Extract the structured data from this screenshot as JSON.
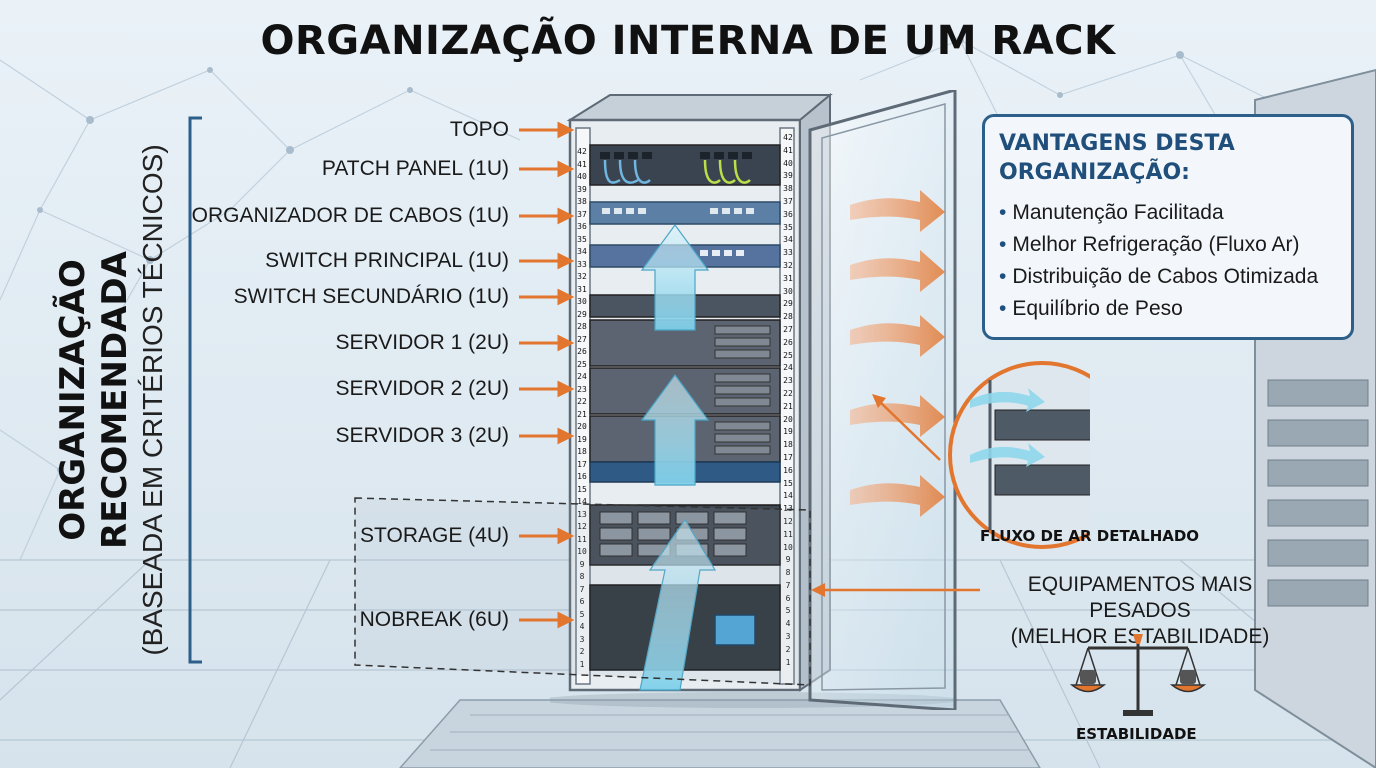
{
  "title": "ORGANIZAÇÃO INTERNA DE UM RACK",
  "side_title": {
    "line1": "ORGANIZAÇÃO RECOMENDADA",
    "line2": "(BASEADA EM CRITÉRIOS TÉCNICOS)"
  },
  "rack_labels": {
    "topo": "TOPO",
    "patch_panel": "PATCH PANEL (1U)",
    "organizador": "ORGANIZADOR DE CABOS (1U)",
    "switch_principal": "SWITCH PRINCIPAL (1U)",
    "switch_secundario": "SWITCH SECUNDÁRIO (1U)",
    "servidor1": "SERVIDOR 1 (2U)",
    "servidor2": "SERVIDOR 2 (2U)",
    "servidor3": "SERVIDOR 3 (2U)",
    "storage": "STORAGE (4U)",
    "nobreak": "NOBREAK (6U)"
  },
  "left_rail_numbers": [
    "42",
    "41",
    "40",
    "39",
    "38",
    "37",
    "36",
    "35",
    "34",
    "33",
    "32",
    "31",
    "30",
    "29",
    "28",
    "27",
    "26",
    "25",
    "24",
    "23",
    "22",
    "21",
    "20",
    "19",
    "18",
    "17",
    "16",
    "15",
    "14",
    "13",
    "12",
    "11",
    "10",
    "9",
    "8",
    "7",
    "6",
    "5",
    "4",
    "3",
    "2",
    "1"
  ],
  "right_rail_numbers": [
    "42",
    "41",
    "40",
    "39",
    "38",
    "37",
    "36",
    "35",
    "34",
    "33",
    "32",
    "31",
    "30",
    "29",
    "28",
    "27",
    "26",
    "25",
    "24",
    "23",
    "22",
    "21",
    "20",
    "19",
    "18",
    "17",
    "16",
    "15",
    "14",
    "13",
    "12",
    "11",
    "10",
    "9",
    "8",
    "7",
    "6",
    "5",
    "4",
    "3",
    "2",
    "1"
  ],
  "advantages": {
    "title_line1": "VANTAGENS DESTA",
    "title_line2": "ORGANIZAÇÃO:",
    "bullet": "•",
    "items": [
      "Manutenção Facilitada",
      "Melhor Refrigeração (Fluxo Ar)",
      "Distribuição de Cabos Otimizada",
      "Equilíbrio de Peso"
    ]
  },
  "airflow_caption": "FLUXO DE AR DETALHADO",
  "heavy_note": {
    "line1": "EQUIPAMENTOS MAIS PESADOS",
    "line2": "(MELHOR ESTABILIDADE)"
  },
  "stability_caption": "ESTABILIDADE",
  "colors": {
    "accent_blue": "#2c5f8a",
    "arrow_orange": "#e2762f",
    "rack_frame": "#9aa6b2",
    "airflow_cyan": "#8fd8ec",
    "background": "#e4eef5"
  },
  "icons": [
    "arrow-right-icon",
    "airflow-arrow-icon",
    "balance-scale-icon",
    "weight-icon"
  ]
}
